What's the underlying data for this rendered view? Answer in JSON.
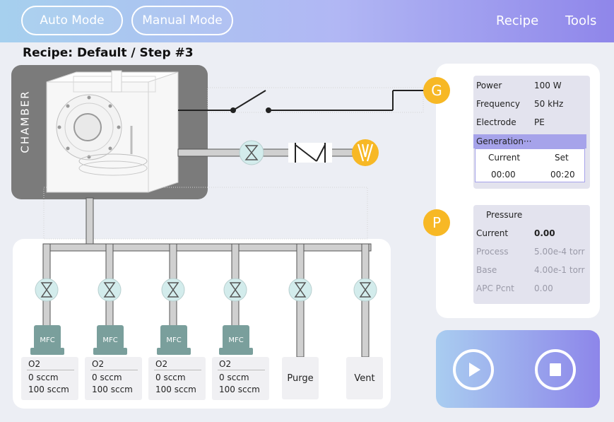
{
  "header": {
    "auto_mode_label": "Auto Mode",
    "manual_mode_label": "Manual Mode",
    "nav": {
      "recipe": "Recipe",
      "tools": "Tools"
    }
  },
  "recipe_title": "Recipe: Default / Step #3",
  "chamber": {
    "label": "CHAMBER"
  },
  "generator": {
    "badge": "G",
    "rows": [
      {
        "label": "Power",
        "value": "100 W"
      },
      {
        "label": "Frequency",
        "value": "50 kHz"
      },
      {
        "label": "Electrode",
        "value": "PE"
      }
    ],
    "generation_label": "Generation···",
    "current_label": "Current",
    "set_label": "Set",
    "current_time": "00:00",
    "set_time": "00:20"
  },
  "pressure": {
    "badge": "P",
    "title": "Pressure",
    "rows": [
      {
        "label": "Current",
        "value": "0.00"
      },
      {
        "label": "Process",
        "value": "5.00e-4 torr"
      },
      {
        "label": "Base",
        "value": "4.00e-1 torr"
      },
      {
        "label": "APC Pcnt",
        "value": "0.00"
      }
    ]
  },
  "mfc_label": "MFC",
  "gas_lines": [
    {
      "gas": "O2",
      "actual": "0 sccm",
      "setpoint": "100 sccm"
    },
    {
      "gas": "O2",
      "actual": "0 sccm",
      "setpoint": "100 sccm"
    },
    {
      "gas": "O2",
      "actual": "0 sccm",
      "setpoint": "100 sccm"
    },
    {
      "gas": "O2",
      "actual": "0 sccm",
      "setpoint": "100 sccm"
    }
  ],
  "purge_label": "Purge",
  "vent_label": "Vent",
  "colors": {
    "accent": "#f7b825",
    "header_start": "#a6d0ee",
    "header_end": "#8f86ea",
    "pipe": "#c4c4c4",
    "valve": "#d3ecec",
    "mfc": "#7a9f9c",
    "generation_bar": "#a6a3ea"
  },
  "icons": {
    "play": "play-icon",
    "stop": "stop-icon",
    "valve": "valve-icon",
    "vacuum_pump": "vacuum-pump-icon",
    "switch": "switch-icon",
    "check_valve": "check-valve-icon"
  }
}
